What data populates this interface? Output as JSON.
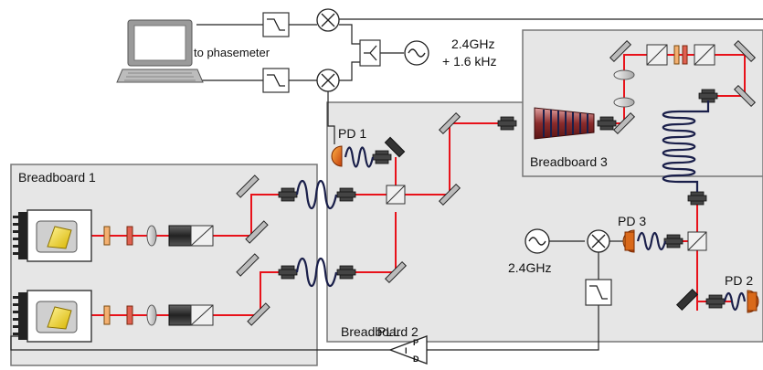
{
  "labels": {
    "to_phasemeter": "to phasemeter",
    "ref_freq_line1": "2.4GHz",
    "ref_freq_line2": "+ 1.6 kHz",
    "breadboard1": "Breadboard 1",
    "breadboard2": "Breadboard 2",
    "breadboard3": "Breadboard 3",
    "pd1": "PD 1",
    "pd2": "PD 2",
    "pd3": "PD 3",
    "lo_freq": "2.4GHz",
    "pll": "PLL",
    "pid_p": "P",
    "pid_i": "I",
    "pid_d": "D"
  },
  "colors": {
    "beam": "#e8121a",
    "cable": "#222222",
    "board_fill": "#e6e6e6",
    "board_stroke": "#777777",
    "fiber": "#1a1f4a",
    "detector": "#d9691a"
  }
}
